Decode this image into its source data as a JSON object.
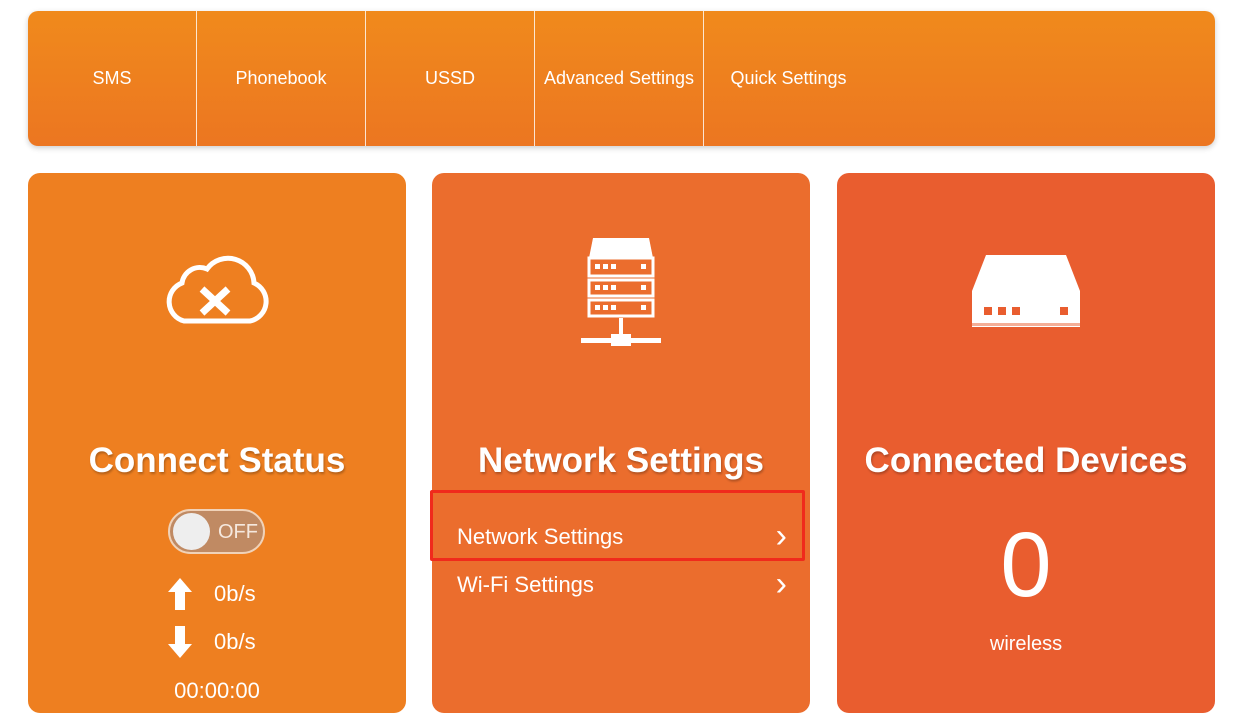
{
  "nav": {
    "items": [
      "SMS",
      "Phonebook",
      "USSD",
      "Advanced Settings",
      "Quick Settings"
    ]
  },
  "connect": {
    "title": "Connect Status",
    "toggle": "OFF",
    "upload": "0b/s",
    "download": "0b/s",
    "duration": "00:00:00"
  },
  "network": {
    "title": "Network Settings",
    "links": [
      "Network Settings",
      "Wi-Fi Settings"
    ],
    "chevron": "›"
  },
  "devices": {
    "title": "Connected Devices",
    "count": "0",
    "type": "wireless"
  },
  "colors": {
    "nav": "#ef8a1f",
    "card1": "#ee7f20",
    "card2": "#eb6d2d",
    "card3": "#e95d2f",
    "highlight": "#f02a1c"
  }
}
